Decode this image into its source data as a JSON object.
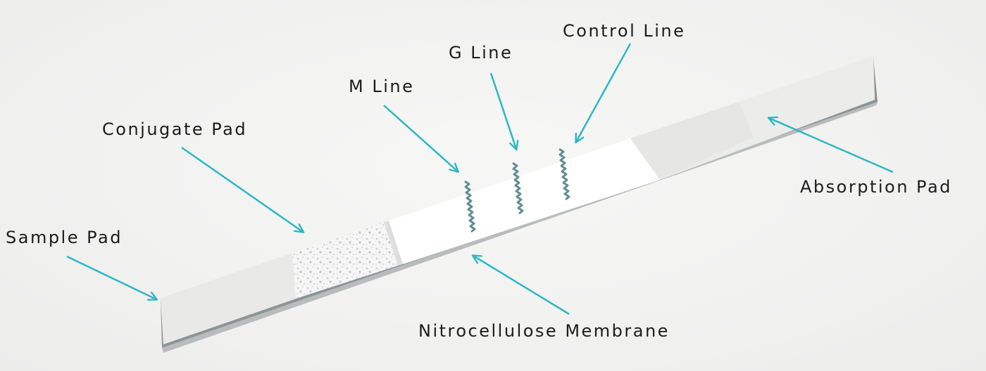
{
  "labels": {
    "sample_pad": "Sample Pad",
    "conjugate_pad": "Conjugate Pad",
    "m_line": "M Line",
    "g_line": "G Line",
    "control_line": "Control Line",
    "absorption_pad": "Absorption Pad",
    "nitrocellulose_membrane": "Nitrocellulose Membrane"
  },
  "colors": {
    "arrow": "#2bb7c4",
    "label_text": "#1c1c1c",
    "test_line": "#5f8f95"
  }
}
